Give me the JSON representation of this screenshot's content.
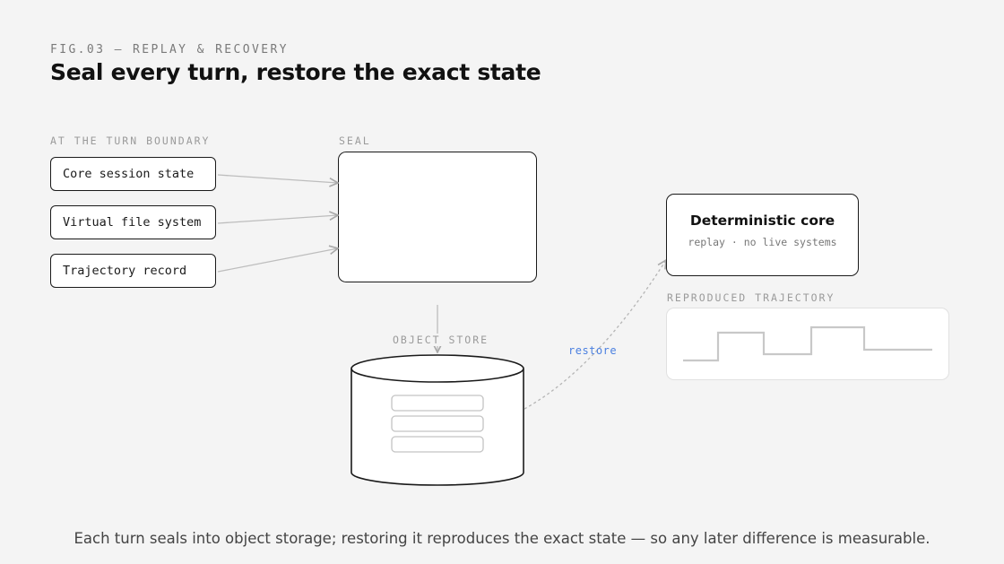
{
  "header": {
    "fig_label": "FIG.03 — REPLAY & RECOVERY",
    "title": "Seal every turn, restore the exact state"
  },
  "inputs": {
    "label": "AT THE TURN BOUNDARY",
    "items": [
      "Core session state",
      "Virtual file system",
      "Trajectory record"
    ]
  },
  "seal": {
    "label": "SEAL"
  },
  "object_store": {
    "label": "OBJECT STORE"
  },
  "restore": {
    "label": "restore"
  },
  "core": {
    "title": "Deterministic core",
    "subtitle": "replay · no live systems"
  },
  "trajectory": {
    "label": "REPRODUCED TRAJECTORY"
  },
  "caption": "Each turn seals into object storage; restoring it reproduces the exact state — so any later difference is measurable.",
  "colors": {
    "background": "#f4f4f4",
    "stroke": "#1a1a1a",
    "arrow": "#b8b8b8",
    "accent": "#4a7fe0"
  }
}
